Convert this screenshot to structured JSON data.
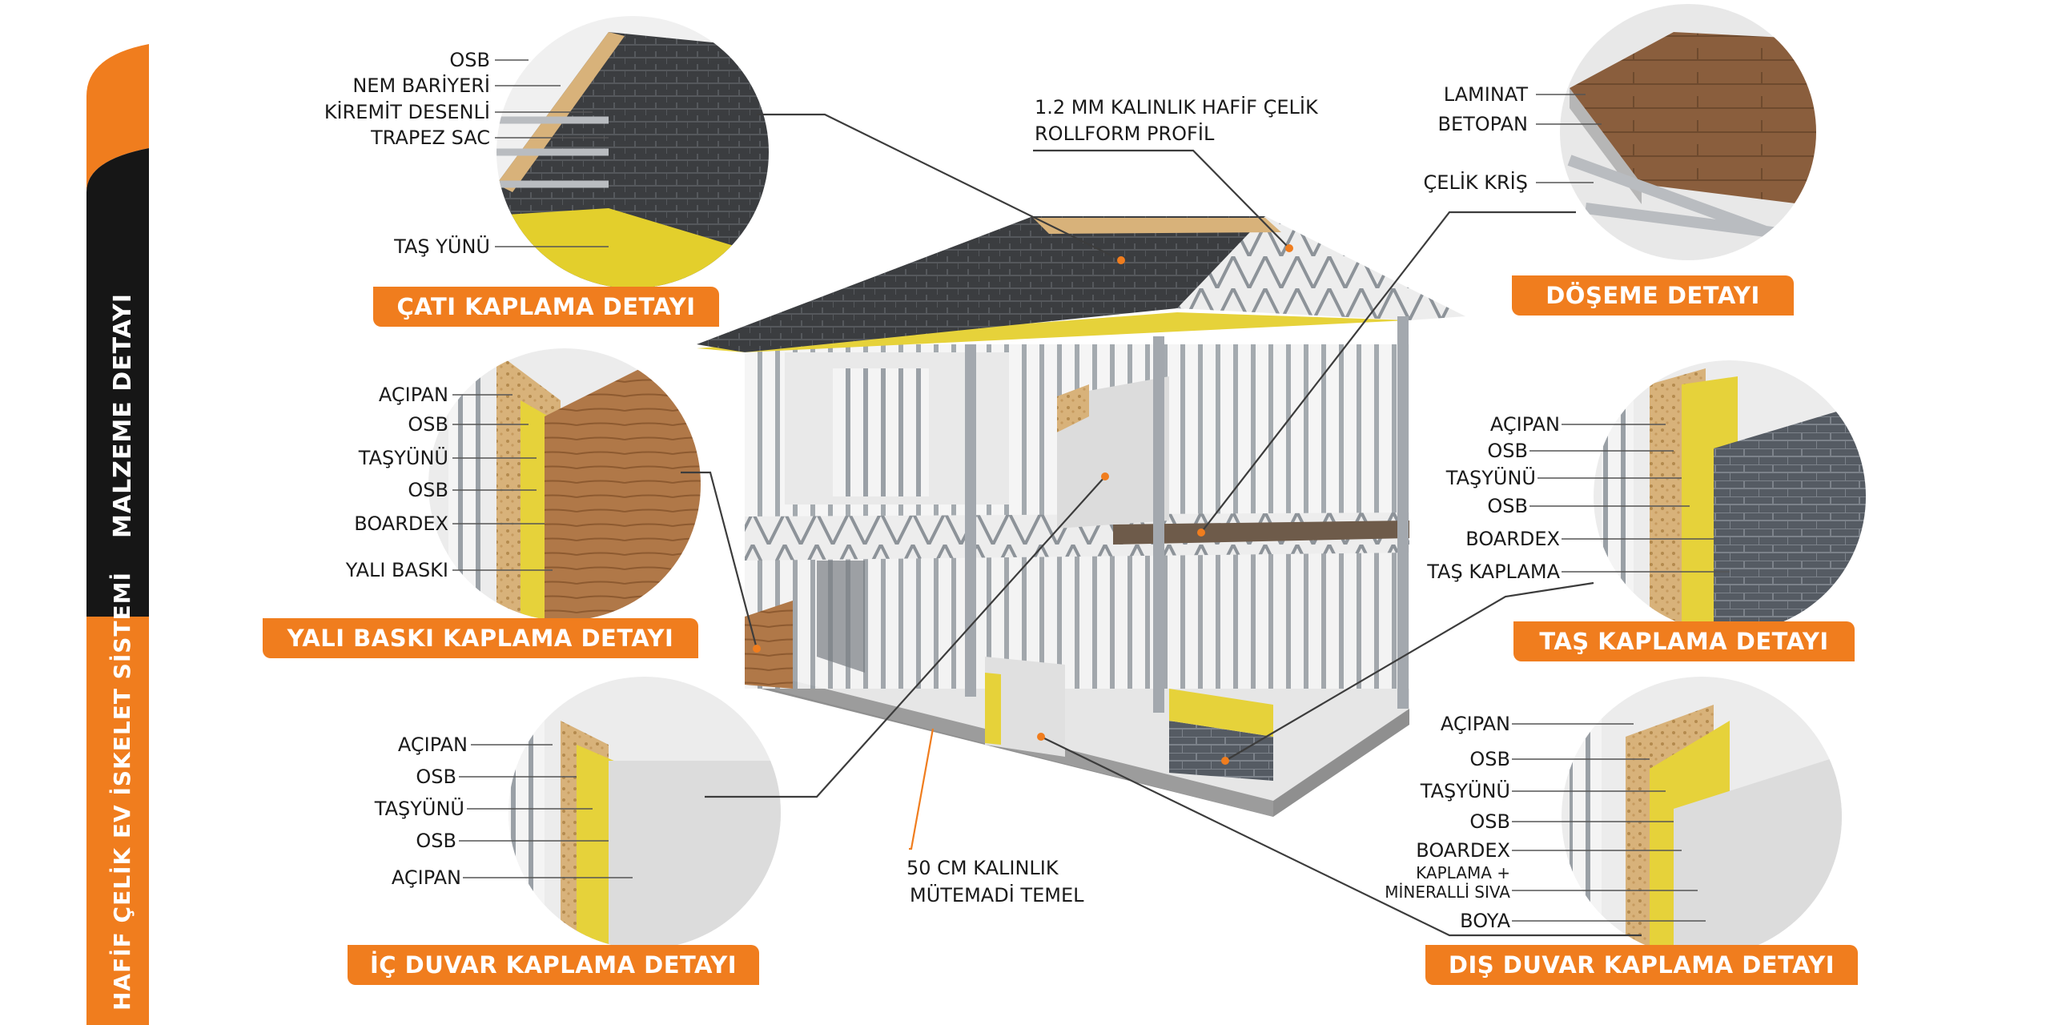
{
  "side_panel": {
    "upper_title": "MALZEME DETAYI",
    "lower_title": "HAFİF ÇELİK EV İSKELET SİSTEMİ",
    "accent_color": "#f07d1e",
    "dark_color": "#1a1a1a"
  },
  "roof_detail": {
    "banner": "ÇATI KAPLAMA DETAYI",
    "layers": [
      "OSB",
      "NEM BARİYERİ",
      "KİREMİT DESENLİ",
      "TRAPEZ SAC",
      "TAŞ YÜNÜ"
    ]
  },
  "yali_detail": {
    "banner": "YALI  BASKI KAPLAMA DETAYI",
    "layers": [
      "AÇIPAN",
      "OSB",
      "TAŞYÜNÜ",
      "OSB",
      "BOARDEX",
      "YALI BASKI"
    ]
  },
  "inner_wall_detail": {
    "banner": "İÇ DUVAR KAPLAMA DETAYI",
    "layers": [
      "AÇIPAN",
      "OSB",
      "TAŞYÜNÜ",
      "OSB",
      "AÇIPAN"
    ]
  },
  "floor_detail": {
    "banner": "DÖŞEME DETAYI",
    "layers": [
      "LAMINAT",
      "BETOPAN",
      "ÇELİK KRİŞ"
    ]
  },
  "stone_detail": {
    "banner": "TAŞ KAPLAMA DETAYI",
    "layers": [
      "AÇIPAN",
      "OSB",
      "TAŞYÜNÜ",
      "OSB",
      "BOARDEX",
      "TAŞ KAPLAMA"
    ]
  },
  "outer_wall_detail": {
    "banner": "DIŞ DUVAR KAPLAMA DETAYI",
    "layers": [
      "AÇIPAN",
      "OSB",
      "TAŞYÜNÜ",
      "OSB",
      "BOARDEX",
      "KAPLAMA +",
      "MİNERALLİ SIVA",
      "BOYA"
    ]
  },
  "callouts": {
    "profile_line1": "1.2 MM KALINLIK HAFİF ÇELİK",
    "profile_line2": "ROLLFORM PROFİL",
    "foundation_line1": "50 CM KALINLIK",
    "foundation_line2": "MÜTEMADİ TEMEL"
  },
  "diagram_image": "light-steel-frame-house-cutaway"
}
